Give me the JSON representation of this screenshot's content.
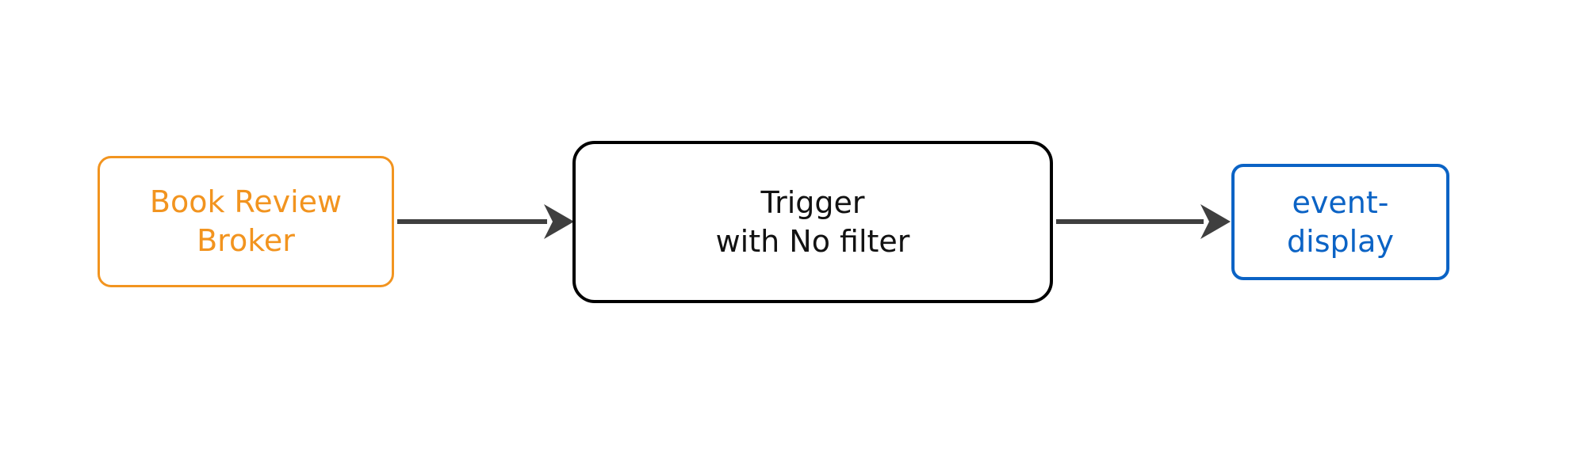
{
  "diagram": {
    "type": "flow",
    "background": "#ffffff",
    "direction": "left-to-right",
    "nodes": [
      {
        "id": "broker",
        "label": "Book Review\nBroker",
        "lines": [
          "Book Review",
          "Broker"
        ],
        "role": "event-source-broker",
        "shape": "rounded-rectangle",
        "border_color": "#f2941f",
        "text_color": "#f2941f",
        "fill_color": "#ffffff"
      },
      {
        "id": "trigger",
        "label": "Trigger\nwith No filter",
        "lines": [
          "Trigger",
          "with No filter"
        ],
        "role": "trigger",
        "shape": "rounded-rectangle",
        "border_color": "#000000",
        "text_color": "#121212",
        "fill_color": "#ffffff"
      },
      {
        "id": "event-display",
        "label": "event-display",
        "lines": [
          "event-display"
        ],
        "role": "sink-service",
        "shape": "rounded-rectangle",
        "border_color": "#0b63c5",
        "text_color": "#0b63c5",
        "fill_color": "#ffffff"
      }
    ],
    "edges": [
      {
        "id": "broker-to-trigger",
        "from": "broker",
        "to": "trigger",
        "label": "",
        "color": "#3f3f3f",
        "arrowhead": "solid-triangle"
      },
      {
        "id": "trigger-to-event-display",
        "from": "trigger",
        "to": "event-display",
        "label": "",
        "color": "#3f3f3f",
        "arrowhead": "solid-triangle"
      }
    ]
  }
}
